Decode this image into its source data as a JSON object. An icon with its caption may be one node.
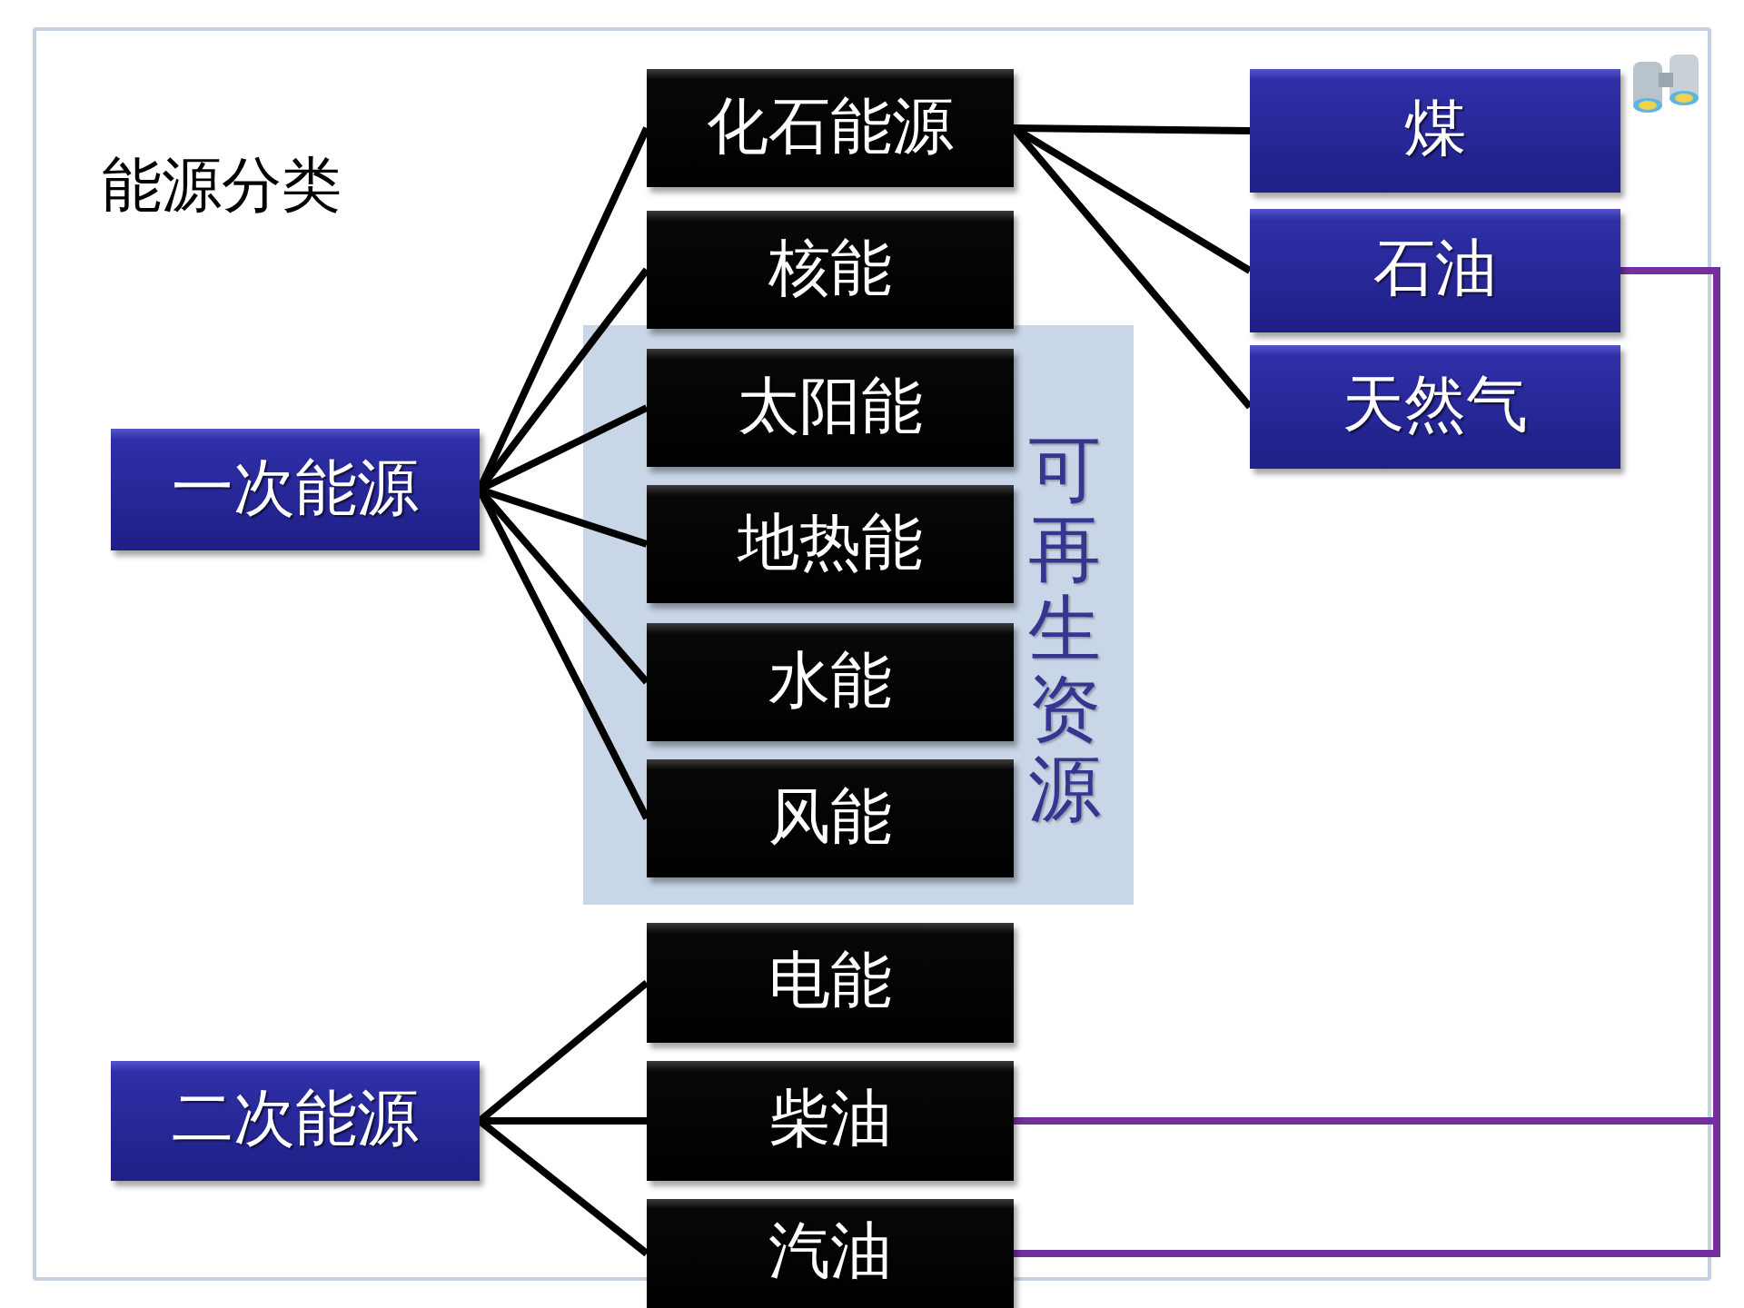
{
  "diagram": {
    "title": "能源分类",
    "nodes": [
      {
        "text": [
          "一次能源"
        ]
      },
      {
        "text": [
          "化石能源"
        ]
      },
      {
        "text": [
          "核能"
        ]
      },
      {
        "text": [
          "可再生资源"
        ]
      },
      {
        "text": [
          "太阳能"
        ],
        "in": 3
      },
      {
        "text": [
          "地热能"
        ],
        "in": 3
      },
      {
        "text": [
          "水能"
        ],
        "in": 3
      },
      {
        "text": [
          "风能"
        ],
        "in": 3
      },
      {
        "text": [
          "煤"
        ]
      },
      {
        "text": [
          "石油"
        ]
      },
      {
        "text": [
          "天然气"
        ]
      },
      {
        "text": [
          "二次能源"
        ]
      },
      {
        "text": [
          "电能"
        ]
      },
      {
        "text": [
          "柴油"
        ]
      },
      {
        "text": [
          "汽油"
        ]
      }
    ],
    "edges": [
      {
        "from": 0,
        "to": 1,
        "arrow": "none"
      },
      {
        "from": 0,
        "to": 2,
        "arrow": "none"
      },
      {
        "from": 0,
        "to": 4,
        "arrow": "none"
      },
      {
        "from": 0,
        "to": 5,
        "arrow": "none"
      },
      {
        "from": 0,
        "to": 6,
        "arrow": "none"
      },
      {
        "from": 0,
        "to": 7,
        "arrow": "none"
      },
      {
        "from": 1,
        "to": 8,
        "arrow": "none"
      },
      {
        "from": 1,
        "to": 9,
        "arrow": "none"
      },
      {
        "from": 1,
        "to": 10,
        "arrow": "none"
      },
      {
        "from": 11,
        "to": 12,
        "arrow": "none"
      },
      {
        "from": 11,
        "to": 13,
        "arrow": "none"
      },
      {
        "from": 11,
        "to": 14,
        "arrow": "none"
      },
      {
        "from": 9,
        "to": 13,
        "arrow": "none",
        "color": "#7030a0"
      },
      {
        "from": 9,
        "to": 14,
        "arrow": "none",
        "color": "#7030a0"
      }
    ]
  }
}
